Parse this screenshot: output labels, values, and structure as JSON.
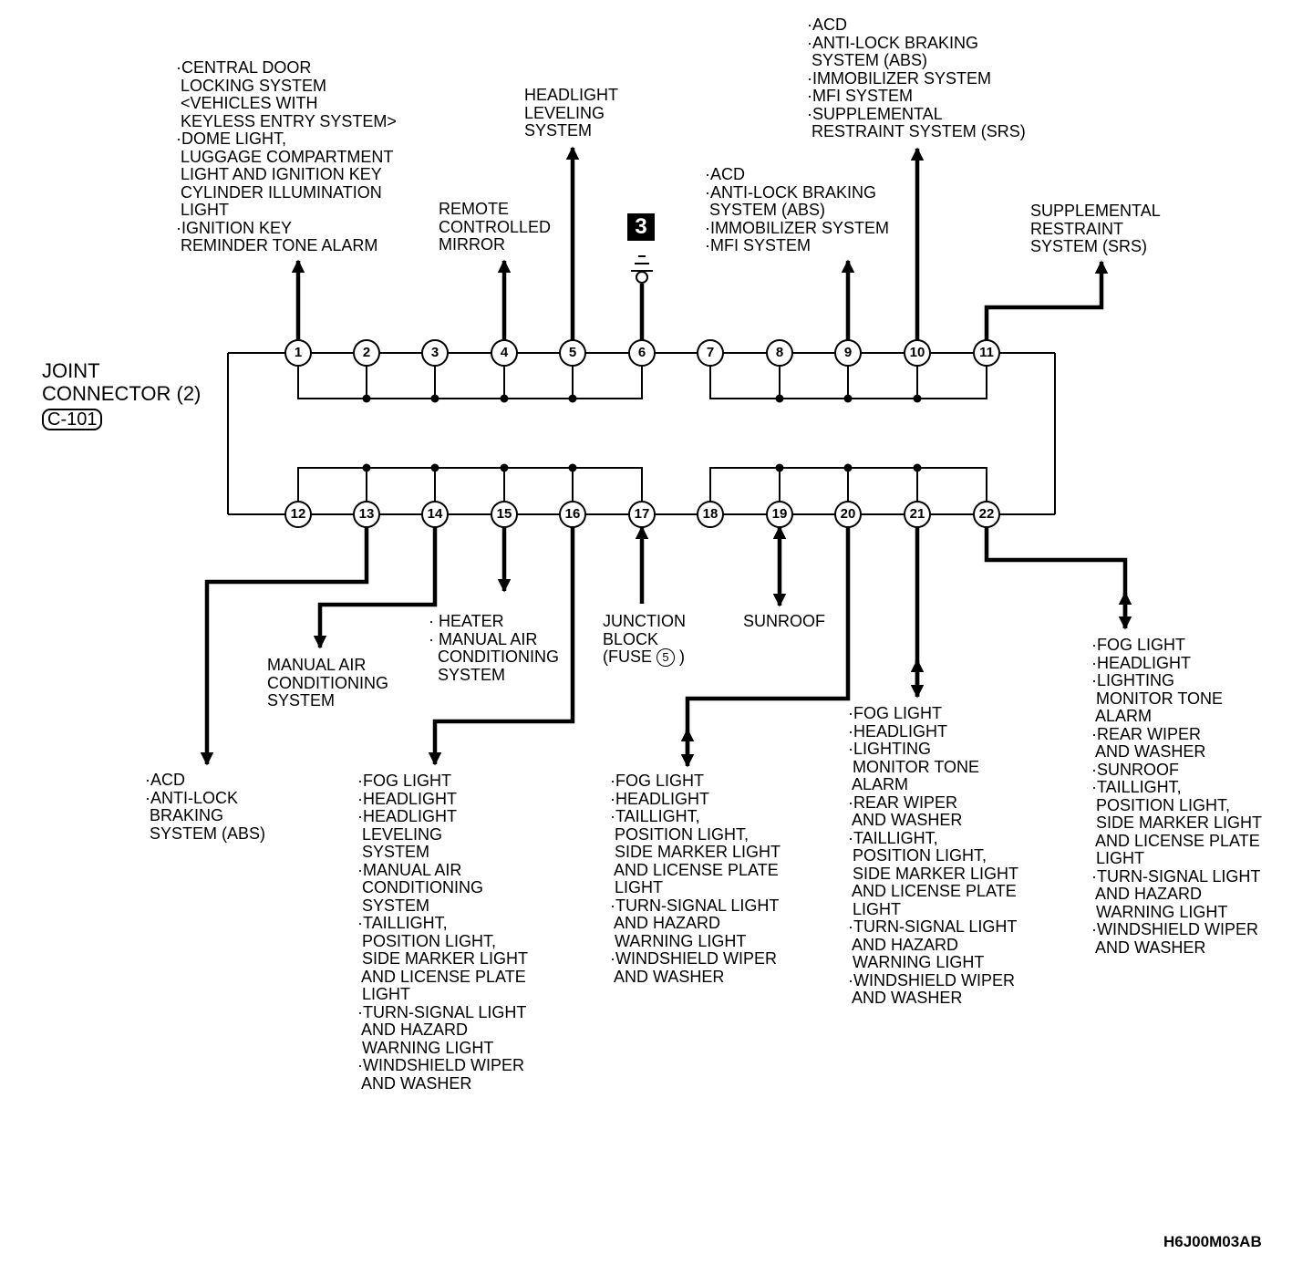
{
  "title": {
    "lines": [
      "JOINT",
      "CONNECTOR (2)"
    ],
    "connector_code": "C-101"
  },
  "ground_badge": "3",
  "figure_code": "H6J00M03AB",
  "pins": [
    "1",
    "2",
    "3",
    "4",
    "5",
    "6",
    "7",
    "8",
    "9",
    "10",
    "11",
    "12",
    "13",
    "14",
    "15",
    "16",
    "17",
    "18",
    "19",
    "20",
    "21",
    "22"
  ],
  "labels": {
    "pin1": [
      "·CENTRAL DOOR",
      " LOCKING SYSTEM",
      " <VEHICLES WITH",
      " KEYLESS ENTRY SYSTEM>",
      "·DOME LIGHT,",
      " LUGGAGE COMPARTMENT",
      " LIGHT AND IGNITION KEY",
      " CYLINDER ILLUMINATION",
      " LIGHT",
      "·IGNITION KEY",
      " REMINDER TONE ALARM"
    ],
    "pin4": [
      "REMOTE",
      "CONTROLLED",
      "MIRROR"
    ],
    "pin5": [
      "HEADLIGHT",
      "LEVELING",
      "SYSTEM"
    ],
    "pin9": [
      "·ACD",
      "·ANTI-LOCK BRAKING",
      " SYSTEM (ABS)",
      "·IMMOBILIZER SYSTEM",
      "·MFI SYSTEM"
    ],
    "pin10": [
      "·ACD",
      "·ANTI-LOCK BRAKING",
      " SYSTEM (ABS)",
      "·IMMOBILIZER SYSTEM",
      "·MFI SYSTEM",
      "·SUPPLEMENTAL",
      " RESTRAINT SYSTEM (SRS)"
    ],
    "pin11": [
      "SUPPLEMENTAL",
      "RESTRAINT",
      "SYSTEM (SRS)"
    ],
    "pin13": [
      "·ACD",
      "·ANTI-LOCK",
      " BRAKING",
      " SYSTEM (ABS)"
    ],
    "pin14": [
      "MANUAL AIR",
      "CONDITIONING",
      "SYSTEM"
    ],
    "pin15": [
      "· HEATER",
      "· MANUAL AIR",
      "  CONDITIONING",
      "  SYSTEM"
    ],
    "pin16": [
      "·FOG LIGHT",
      "·HEADLIGHT",
      "·HEADLIGHT",
      " LEVELING",
      " SYSTEM",
      "·MANUAL AIR",
      " CONDITIONING",
      " SYSTEM",
      "·TAILLIGHT,",
      " POSITION LIGHT,",
      " SIDE MARKER LIGHT",
      " AND LICENSE PLATE",
      " LIGHT",
      "·TURN-SIGNAL LIGHT",
      " AND HAZARD",
      " WARNING LIGHT",
      "·WINDSHIELD WIPER",
      " AND WASHER"
    ],
    "pin17": [
      "JUNCTION",
      "BLOCK",
      "(FUSE",
      "5",
      ")"
    ],
    "pin19": [
      "SUNROOF"
    ],
    "pin20": [
      "·FOG LIGHT",
      "·HEADLIGHT",
      "·TAILLIGHT,",
      " POSITION LIGHT,",
      " SIDE MARKER LIGHT",
      " AND LICENSE PLATE",
      " LIGHT",
      "·TURN-SIGNAL LIGHT",
      " AND HAZARD",
      " WARNING LIGHT",
      "·WINDSHIELD WIPER",
      " AND WASHER"
    ],
    "pin21": [
      "·FOG LIGHT",
      "·HEADLIGHT",
      "·LIGHTING",
      " MONITOR TONE",
      " ALARM",
      "·REAR WIPER",
      " AND WASHER",
      "·TAILLIGHT,",
      " POSITION LIGHT,",
      " SIDE MARKER LIGHT",
      " AND LICENSE PLATE",
      " LIGHT",
      "·TURN-SIGNAL LIGHT",
      " AND HAZARD",
      " WARNING LIGHT",
      "·WINDSHIELD WIPER",
      " AND WASHER"
    ],
    "pin22": [
      "·FOG LIGHT",
      "·HEADLIGHT",
      "·LIGHTING",
      " MONITOR TONE",
      " ALARM",
      "·REAR WIPER",
      " AND WASHER",
      "·SUNROOF",
      "·TAILLIGHT,",
      " POSITION LIGHT,",
      " SIDE MARKER LIGHT",
      " AND LICENSE PLATE",
      " LIGHT",
      "·TURN-SIGNAL LIGHT",
      " AND HAZARD",
      " WARNING LIGHT",
      "·WINDSHIELD WIPER",
      " AND WASHER"
    ]
  }
}
